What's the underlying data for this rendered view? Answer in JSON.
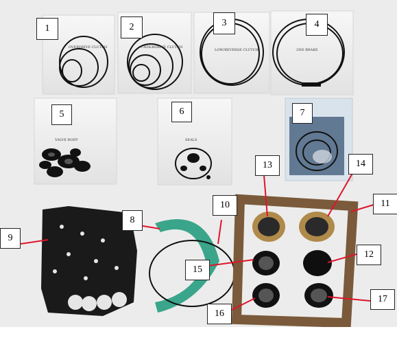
{
  "callouts": [
    "1",
    "2",
    "3",
    "4",
    "5",
    "6",
    "7",
    "8",
    "9",
    "10",
    "11",
    "12",
    "13",
    "14",
    "15",
    "16",
    "17"
  ],
  "bag_texts": {
    "bag1": "OVERDRIVE CLUTCH",
    "bag2": "UNDERDRIVE CLUTCH",
    "bag3": "LOW/REVERSE CLUTCH",
    "bag4": "2ND BRAKE",
    "bag5": "VALVE BODY",
    "bag6": "SEALS"
  },
  "colors": {
    "callout_line": "#e0142a",
    "gasket_green": "#3aa58a",
    "cork": "#8a6a4a",
    "rubber": "#111111",
    "metal": "#b08a4a"
  }
}
